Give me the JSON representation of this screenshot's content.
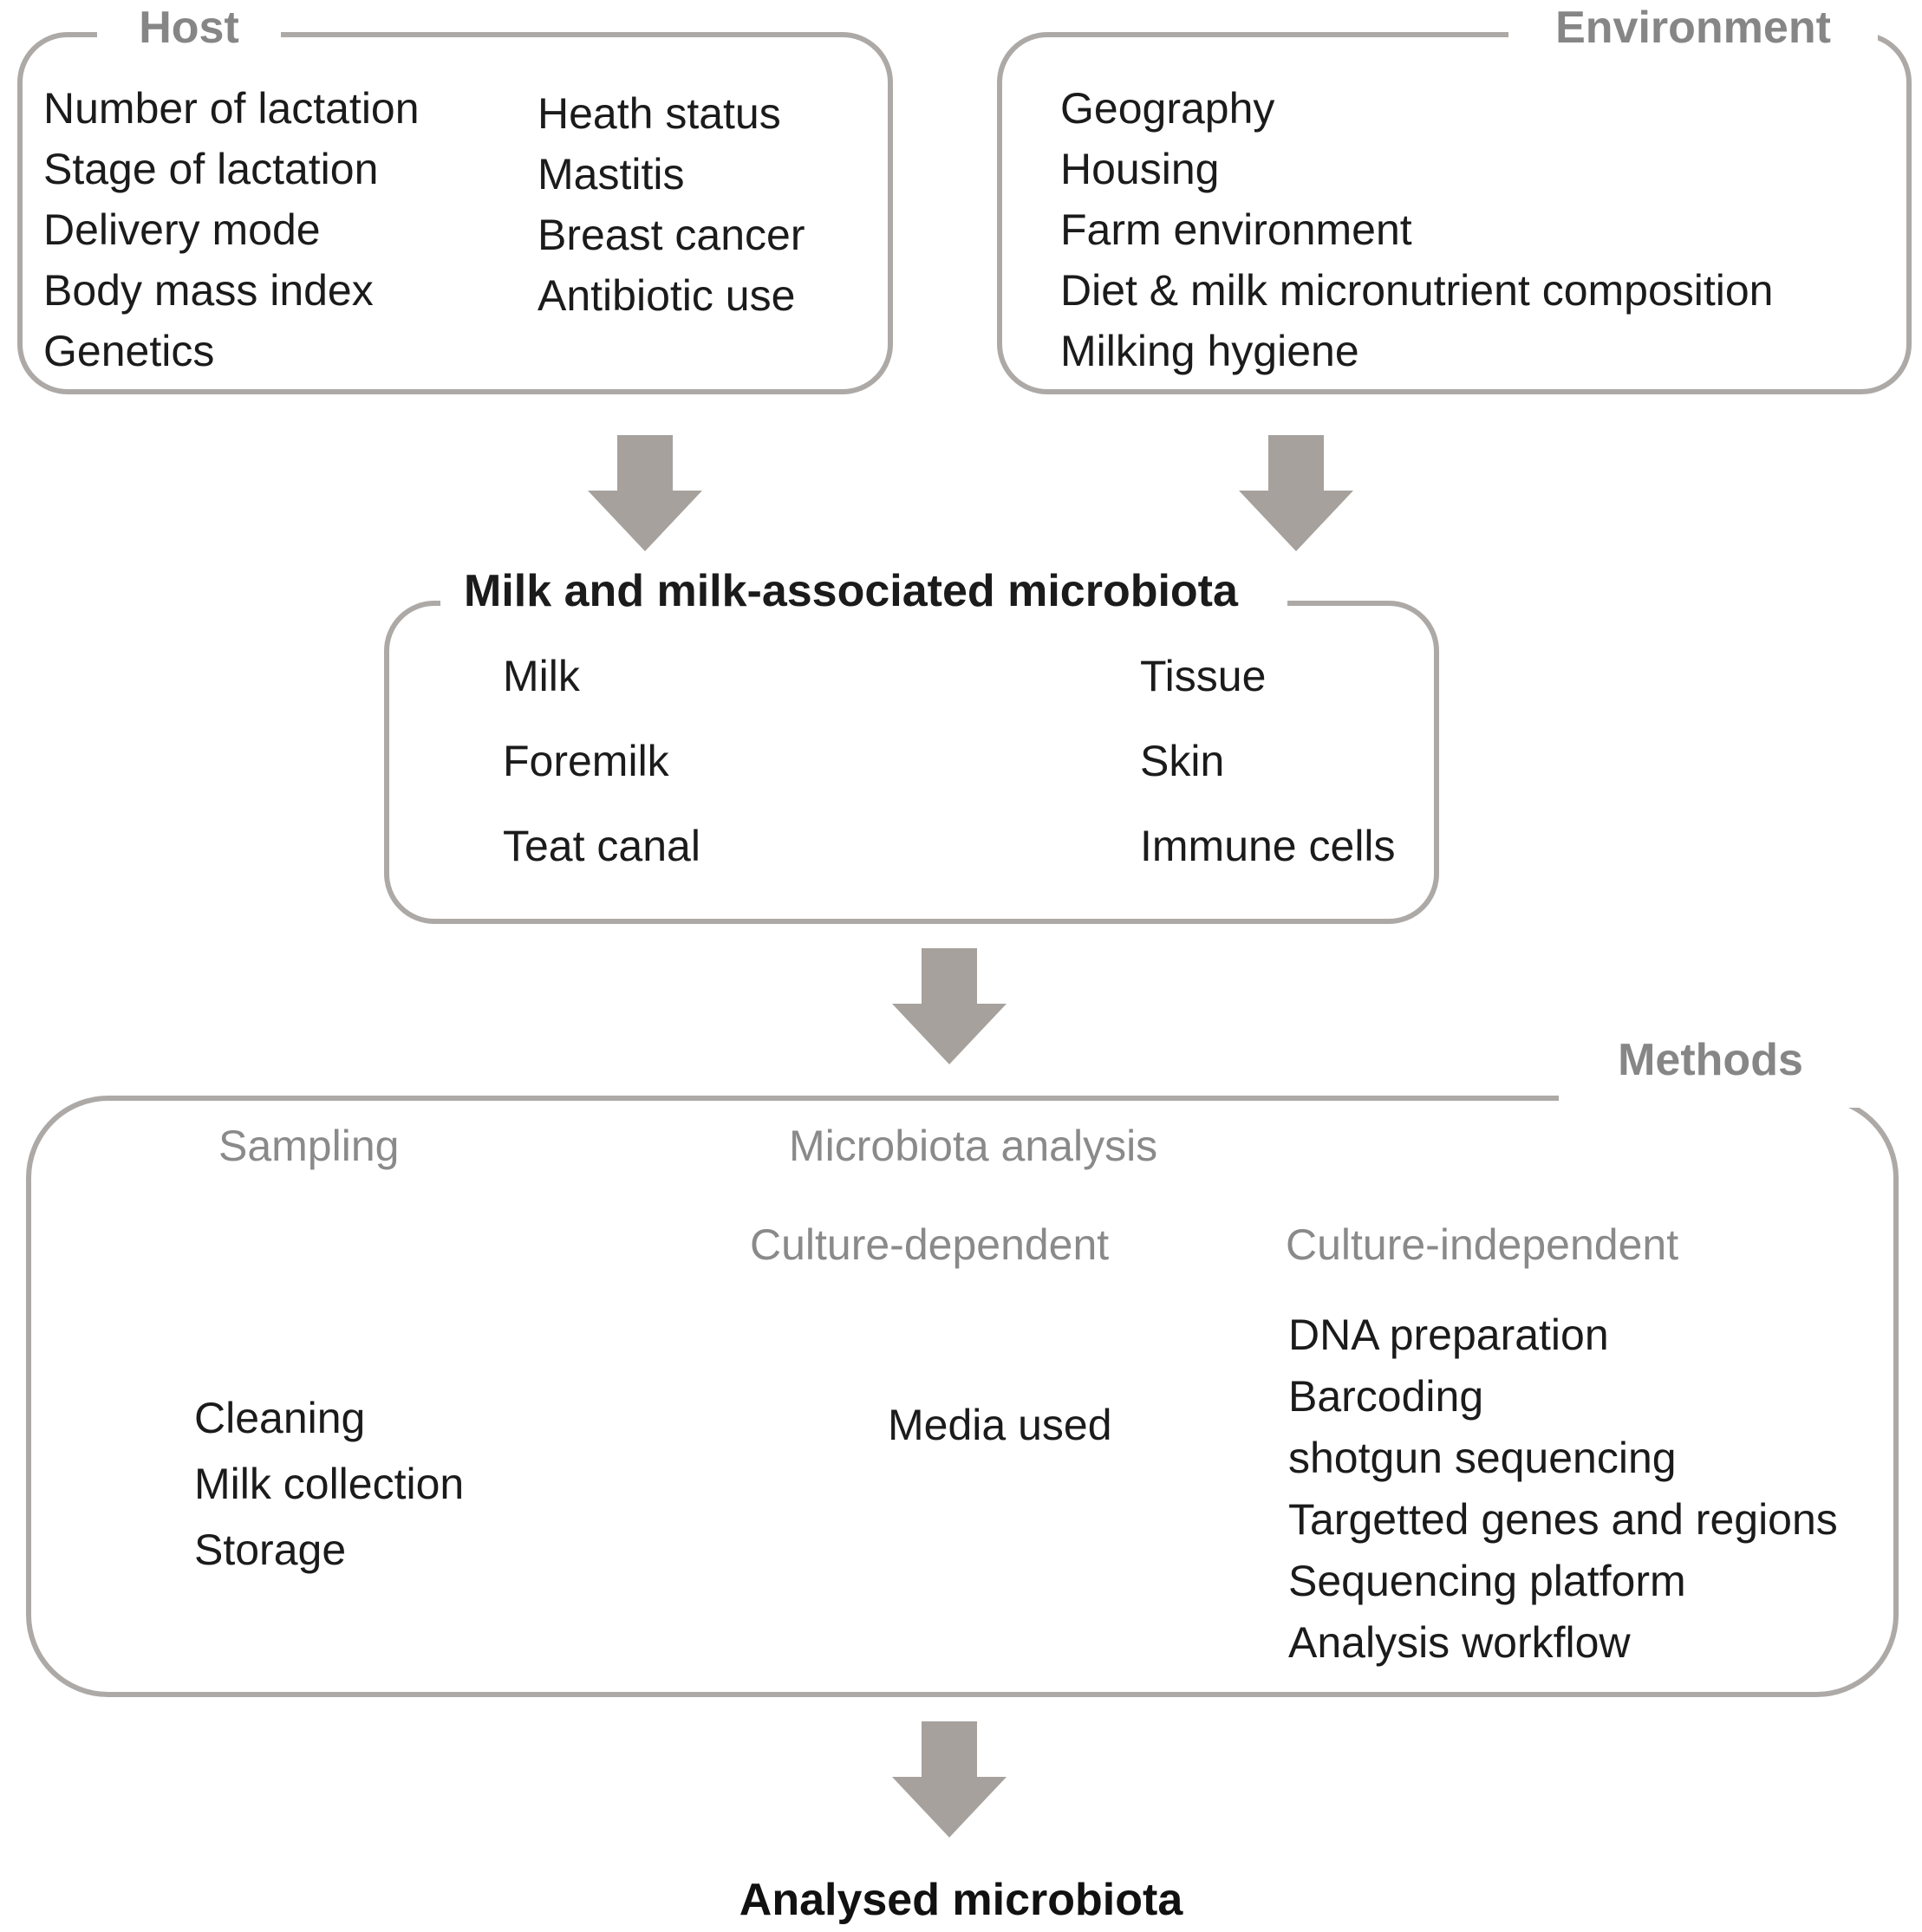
{
  "host_box": {
    "title": "Host",
    "col1": [
      "Number of lactation",
      "Stage of lactation",
      "Delivery mode",
      "Body mass index",
      "Genetics"
    ],
    "col2": [
      "Heath status",
      "Mastitis",
      "Breast cancer",
      "Antibiotic use"
    ]
  },
  "environment_box": {
    "title": "Environment",
    "items": [
      "Geography",
      "Housing",
      "Farm environment",
      "Diet & milk micronutrient composition",
      "Milking hygiene"
    ]
  },
  "milk_box": {
    "title": "Milk and milk-associated microbiota",
    "col1": [
      "Milk",
      "Foremilk",
      "Teat canal"
    ],
    "col2": [
      "Tissue",
      "Skin",
      "Immune cells"
    ]
  },
  "methods_box": {
    "title": "Methods",
    "sampling": {
      "header": "Sampling",
      "items": [
        "Cleaning",
        "Milk collection",
        "Storage"
      ]
    },
    "analysis_header": "Microbiota analysis",
    "culture_dependent": {
      "header": "Culture-dependent",
      "item": "Media used"
    },
    "culture_independent": {
      "header": "Culture-independent",
      "items": [
        "DNA preparation",
        "Barcoding",
        "shotgun sequencing",
        "Targetted genes and regions",
        "Sequencing platform",
        "Analysis workflow"
      ]
    }
  },
  "output_label": "Analysed microbiota",
  "icons": {
    "flow_arrow": "down-arrow"
  },
  "colors": {
    "border_gray": "#ada9a6",
    "arrow_gray": "#a6a19c",
    "label_gray": "#868686",
    "subheader_gray": "#8a8a8a",
    "text_black": "#1b1b1b"
  }
}
